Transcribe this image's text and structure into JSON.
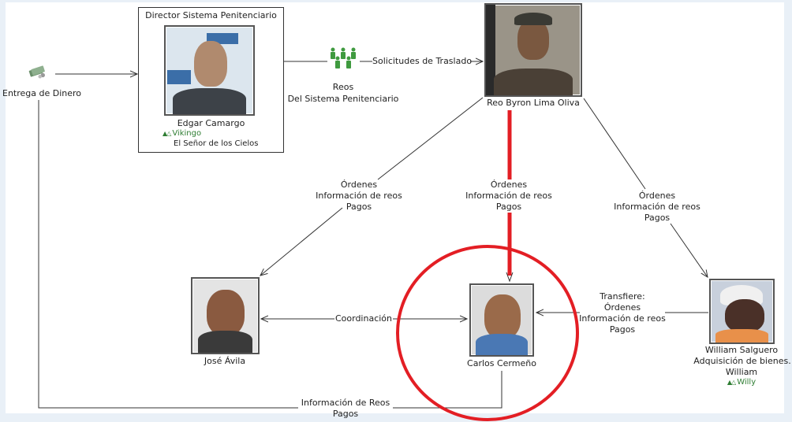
{
  "diagram": {
    "nodes": {
      "entrega": {
        "label": "Entrega de Dinero",
        "icon": "money-icon"
      },
      "director": {
        "title": "Director Sistema Penitenciario",
        "name": "Edgar Camargo",
        "alias": "Vikingo",
        "alias2": "El Señor de los Cielos"
      },
      "reos": {
        "line1": "Reos",
        "line2": "Del Sistema Penitenciario",
        "icon": "group-people-icon"
      },
      "byron": {
        "name": "Reo Byron Lima Oliva"
      },
      "jose": {
        "name": "José Ávila"
      },
      "carlos": {
        "name": "Carlos Cermeño"
      },
      "william": {
        "name": "William Salguero",
        "role": "Adquisición de bienes.",
        "nick": "William",
        "alias": "Willy"
      }
    },
    "edges": {
      "solicitudes": "Solicitudes de Traslado",
      "byron_jose": {
        "l1": "Órdenes",
        "l2": "Información de reos",
        "l3": "Pagos"
      },
      "byron_carlos": {
        "l1": "Órdenes",
        "l2": "Información de reos",
        "l3": "Pagos"
      },
      "byron_william": {
        "l1": "Órdenes",
        "l2": "Información de reos",
        "l3": "Pagos"
      },
      "coordinacion": "Coordinación",
      "william_carlos": {
        "l1": "Transfiere:",
        "l2": "Órdenes",
        "l3": "Información de reos",
        "l4": "Pagos"
      },
      "bottom": {
        "l1": "Información de Reos",
        "l2": "Pagos"
      }
    },
    "colors": {
      "highlight": "#e31e24",
      "line": "#333333",
      "alias": "#2e7d32",
      "background": "#ffffff",
      "border": "#e9f0f7"
    }
  }
}
